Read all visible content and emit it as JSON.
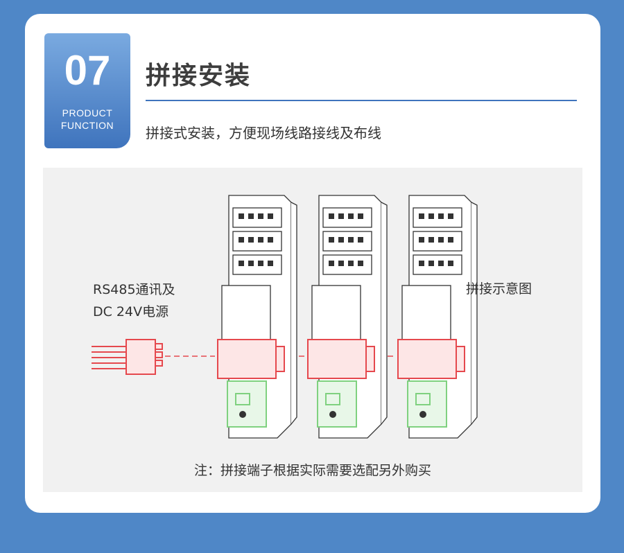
{
  "badge": {
    "number": "07",
    "line1": "PRODUCT",
    "line2": "FUNCTION"
  },
  "header": {
    "title": "拼接安装",
    "subtitle": "拼接式安装，方便现场线路接线及布线"
  },
  "diagram": {
    "left_label_line1": "RS485通讯及",
    "left_label_line2": "DC 24V电源",
    "right_label": "拼接示意图",
    "note": "注：拼接端子根据实际需要选配另外购买"
  },
  "colors": {
    "background": "#4f87c7",
    "accent": "#3f74bd",
    "connector": "#e5484d",
    "clip": "#7fd17f"
  }
}
